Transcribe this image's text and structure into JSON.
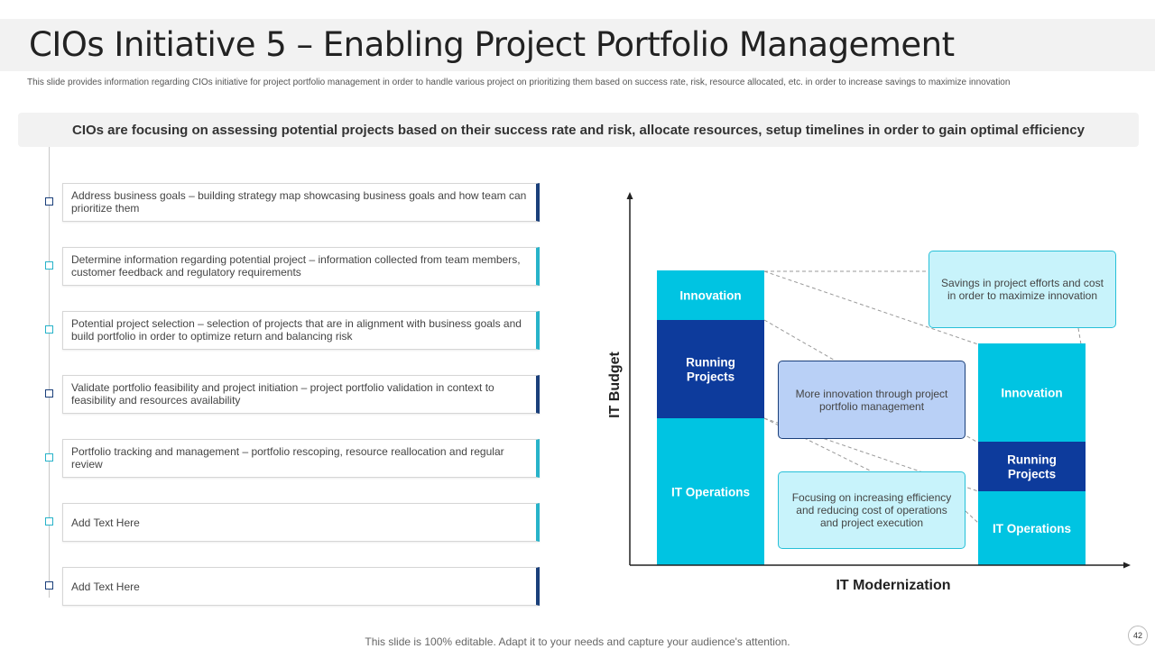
{
  "header": {
    "title": "CIOs Initiative 5 – Enabling Project Portfolio Management",
    "subtitle": "This slide provides information regarding CIOs initiative  for project portfolio management  in  order to handle various project on prioritizing them based on success rate, risk, resource allocated, etc. in order to increase savings to maximize innovation"
  },
  "banner": {
    "text": "CIOs are focusing on assessing potential projects based on their success rate and risk, allocate resources, setup timelines in order to gain optimal efficiency"
  },
  "steps": [
    {
      "text": "Address business goals – building strategy map showcasing business goals and how team can prioritize them"
    },
    {
      "text": "Determine information regarding potential project – information collected from team members, customer feedback and regulatory requirements"
    },
    {
      "text": "Potential project selection – selection of projects that are in alignment with business goals and build portfolio in order to optimize return and balancing risk"
    },
    {
      "text": "Validate portfolio feasibility and project initiation – project portfolio validation in context to feasibility and resources availability"
    },
    {
      "text": "Portfolio tracking and management – portfolio rescoping, resource reallocation and regular review"
    },
    {
      "text": "Add Text Here"
    },
    {
      "text": "Add Text Here"
    }
  ],
  "colors": {
    "innovation": "#00c4e2",
    "running": "#0d3b9c",
    "operations": "#00c4e2",
    "navy": "#1a3f7a",
    "teal": "#27b3c9"
  },
  "chart_data": {
    "type": "bar",
    "xlabel": "IT Modernization",
    "ylabel": "IT Budget",
    "bars": [
      {
        "segments": [
          {
            "label": "IT Operations",
            "value": 163
          },
          {
            "label": "Running Projects",
            "value": 109
          },
          {
            "label": "Innovation",
            "value": 55
          }
        ]
      },
      {
        "segments": [
          {
            "label": "IT Operations",
            "value": 82
          },
          {
            "label": "Running Projects",
            "value": 55
          },
          {
            "label": "Innovation",
            "value": 109
          }
        ]
      }
    ]
  },
  "callouts": [
    {
      "text": "Savings in project efforts and cost in order to maximize innovation"
    },
    {
      "text": "More innovation through project portfolio management"
    },
    {
      "text": "Focusing on increasing efficiency and reducing cost of operations and project execution"
    }
  ],
  "footer": {
    "note": "This slide is 100% editable. Adapt it to your needs and capture your audience's attention.",
    "page": "42"
  }
}
